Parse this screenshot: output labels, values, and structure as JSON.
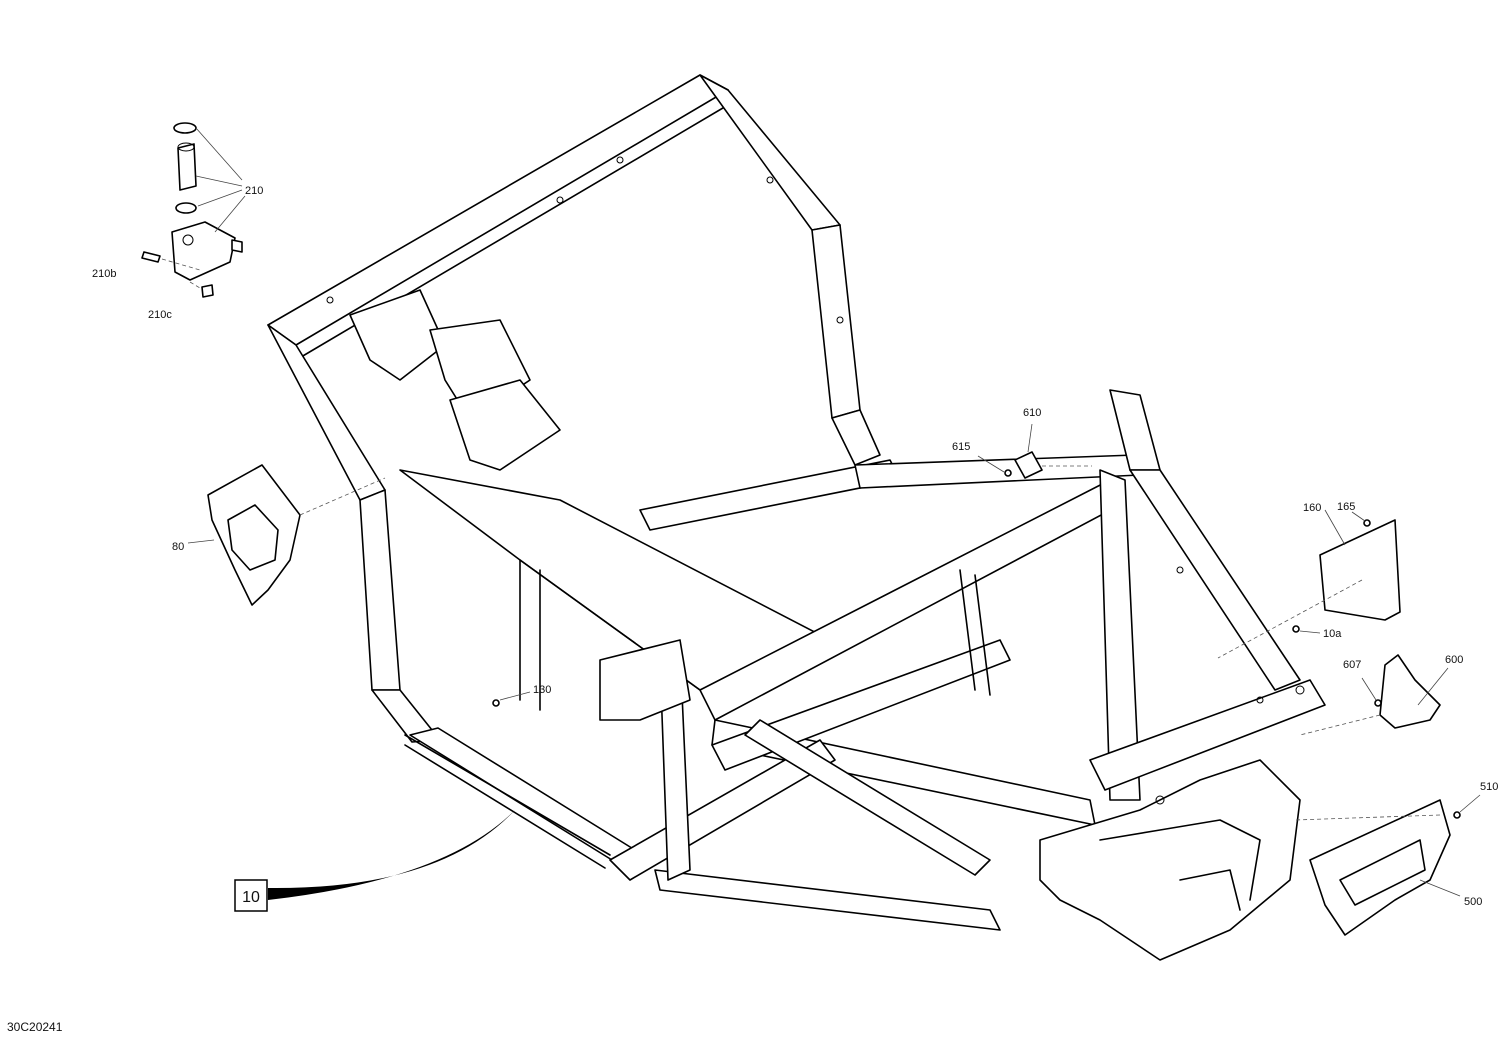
{
  "diagram": {
    "callouts": {
      "p210": "210",
      "p210b": "210b",
      "p210c": "210c",
      "p80": "80",
      "p130": "130",
      "p615": "615",
      "p610": "610",
      "p160": "160",
      "p165": "165",
      "p10a": "10a",
      "p607": "607",
      "p600": "600",
      "p510": "510",
      "p500": "500"
    },
    "main_part_label": "10",
    "drawing_code": "30C20241"
  },
  "colors": {
    "line": "#000000",
    "background": "#ffffff"
  }
}
